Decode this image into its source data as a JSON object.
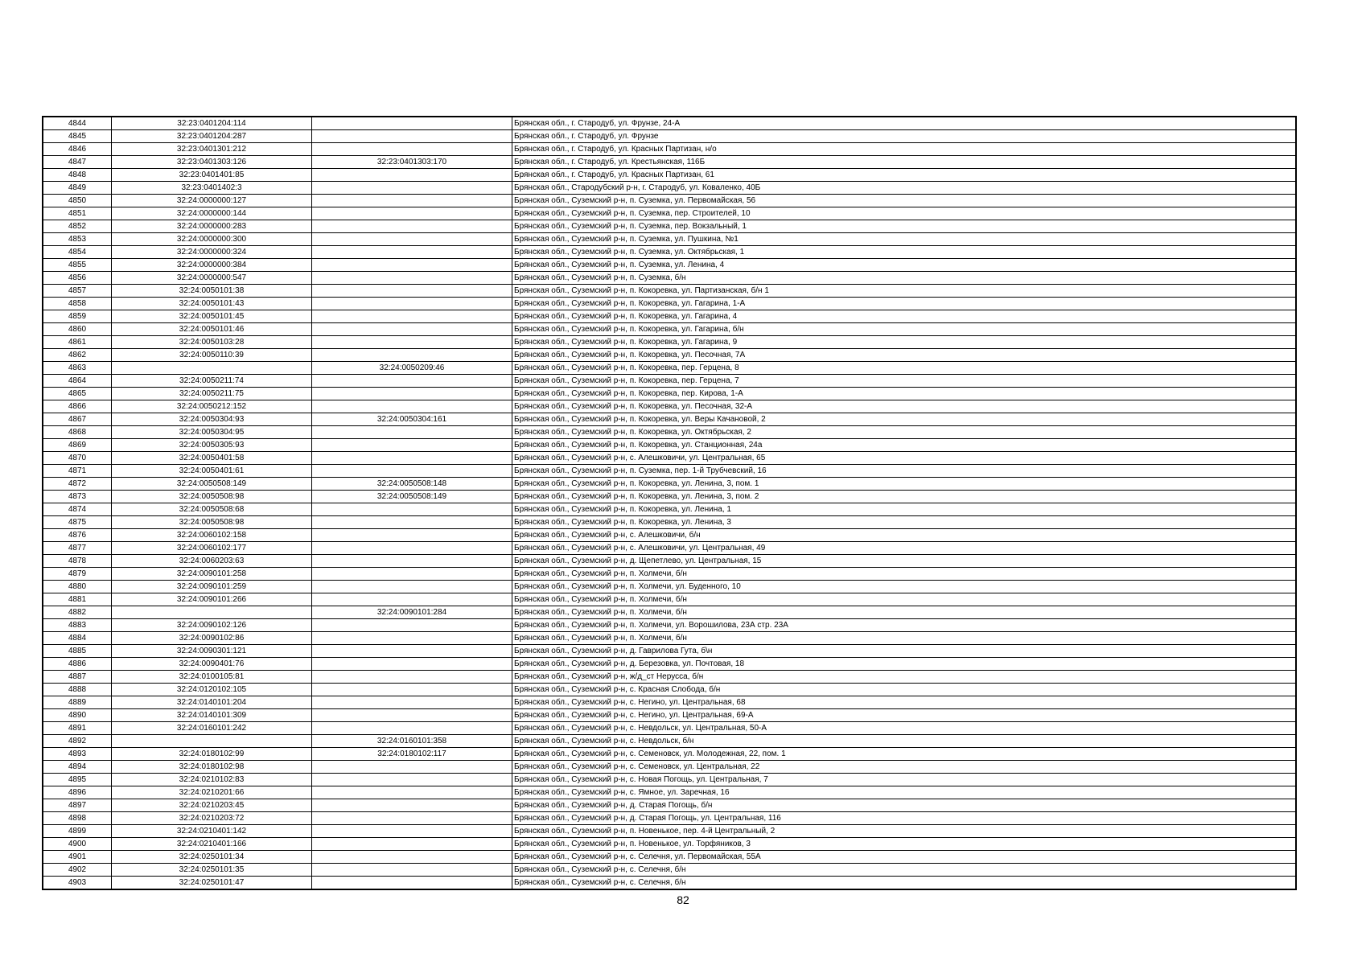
{
  "rows": [
    {
      "num": "4844",
      "cadastral": "32:23:0401204:114",
      "cadastral2": "",
      "address": "Брянская обл., г. Стародуб, ул. Фрунзе, 24-А"
    },
    {
      "num": "4845",
      "cadastral": "32:23:0401204:287",
      "cadastral2": "",
      "address": "Брянская обл., г. Стародуб, ул. Фрунзе"
    },
    {
      "num": "4846",
      "cadastral": "32:23:0401301:212",
      "cadastral2": "",
      "address": "Брянская обл., г. Стародуб, ул. Красных Партизан, н/о"
    },
    {
      "num": "4847",
      "cadastral": "32:23:0401303:126",
      "cadastral2": "32:23:0401303:170",
      "address": "Брянская обл., г. Стародуб, ул. Крестьянская, 116Б"
    },
    {
      "num": "4848",
      "cadastral": "32:23:0401401:85",
      "cadastral2": "",
      "address": "Брянская обл., г. Стародуб, ул. Красных Партизан, 61"
    },
    {
      "num": "4849",
      "cadastral": "32:23:0401402:3",
      "cadastral2": "",
      "address": "Брянская обл., Стародубский р-н, г. Стародуб, ул. Коваленко, 40Б"
    },
    {
      "num": "4850",
      "cadastral": "32:24:0000000:127",
      "cadastral2": "",
      "address": "Брянская обл., Суземский р-н, п. Суземка, ул. Первомайская, 56"
    },
    {
      "num": "4851",
      "cadastral": "32:24:0000000:144",
      "cadastral2": "",
      "address": "Брянская обл., Суземский р-н, п. Суземка, пер. Строителей, 10"
    },
    {
      "num": "4852",
      "cadastral": "32:24:0000000:283",
      "cadastral2": "",
      "address": "Брянская обл., Суземский р-н, п. Суземка, пер. Вокзальный, 1"
    },
    {
      "num": "4853",
      "cadastral": "32:24:0000000:300",
      "cadastral2": "",
      "address": "Брянская обл., Суземский р-н, п. Суземка, ул. Пушкина, №1"
    },
    {
      "num": "4854",
      "cadastral": "32:24:0000000:324",
      "cadastral2": "",
      "address": "Брянская обл., Суземский р-н, п. Суземка, ул. Октябрьская, 1"
    },
    {
      "num": "4855",
      "cadastral": "32:24:0000000:384",
      "cadastral2": "",
      "address": "Брянская обл., Суземский р-н, п. Суземка, ул. Ленина, 4"
    },
    {
      "num": "4856",
      "cadastral": "32:24:0000000:547",
      "cadastral2": "",
      "address": "Брянская обл., Суземский р-н, п. Суземка, б/н"
    },
    {
      "num": "4857",
      "cadastral": "32:24:0050101:38",
      "cadastral2": "",
      "address": "Брянская обл., Суземский р-н, п. Кокоревка, ул. Партизанская, б/н 1"
    },
    {
      "num": "4858",
      "cadastral": "32:24:0050101:43",
      "cadastral2": "",
      "address": "Брянская обл., Суземский р-н, п. Кокоревка, ул. Гагарина, 1-А"
    },
    {
      "num": "4859",
      "cadastral": "32:24:0050101:45",
      "cadastral2": "",
      "address": "Брянская обл., Суземский р-н, п. Кокоревка, ул. Гагарина, 4"
    },
    {
      "num": "4860",
      "cadastral": "32:24:0050101:46",
      "cadastral2": "",
      "address": "Брянская обл., Суземский р-н, п. Кокоревка, ул. Гагарина, б/н"
    },
    {
      "num": "4861",
      "cadastral": "32:24:0050103:28",
      "cadastral2": "",
      "address": "Брянская обл., Суземский р-н, п. Кокоревка, ул. Гагарина, 9"
    },
    {
      "num": "4862",
      "cadastral": "32:24:0050110:39",
      "cadastral2": "",
      "address": "Брянская обл., Суземский р-н, п. Кокоревка, ул. Песочная, 7А"
    },
    {
      "num": "4863",
      "cadastral": "",
      "cadastral2": "32:24:0050209:46",
      "address": "Брянская обл., Суземский р-н, п. Кокоревка, пер. Герцена, 8"
    },
    {
      "num": "4864",
      "cadastral": "32:24:0050211:74",
      "cadastral2": "",
      "address": "Брянская обл., Суземский р-н, п. Кокоревка, пер. Герцена, 7"
    },
    {
      "num": "4865",
      "cadastral": "32:24:0050211:75",
      "cadastral2": "",
      "address": "Брянская обл., Суземский р-н, п. Кокоревка, пер. Кирова, 1-А"
    },
    {
      "num": "4866",
      "cadastral": "32:24:0050212:152",
      "cadastral2": "",
      "address": "Брянская обл., Суземский р-н, п. Кокоревка, ул. Песочная, 32-А"
    },
    {
      "num": "4867",
      "cadastral": "32:24:0050304:93",
      "cadastral2": "32:24:0050304:161",
      "address": "Брянская обл., Суземский р-н, п. Кокоревка, ул. Веры Качановой, 2"
    },
    {
      "num": "4868",
      "cadastral": "32:24:0050304:95",
      "cadastral2": "",
      "address": "Брянская обл., Суземский р-н, п. Кокоревка, ул. Октябрьская, 2"
    },
    {
      "num": "4869",
      "cadastral": "32:24:0050305:93",
      "cadastral2": "",
      "address": "Брянская обл., Суземский р-н, п. Кокоревка, ул. Станционная, 24а"
    },
    {
      "num": "4870",
      "cadastral": "32:24:0050401:58",
      "cadastral2": "",
      "address": "Брянская обл., Суземский р-н, с. Алешковичи, ул. Центральная, 65"
    },
    {
      "num": "4871",
      "cadastral": "32:24:0050401:61",
      "cadastral2": "",
      "address": "Брянская обл., Суземский р-н, п. Суземка, пер. 1-й Трубчевский, 16"
    },
    {
      "num": "4872",
      "cadastral": "32:24:0050508:149",
      "cadastral2": "32:24:0050508:148",
      "address": "Брянская обл., Суземский р-н, п. Кокоревка, ул. Ленина, 3, пом. 1"
    },
    {
      "num": "4873",
      "cadastral": "32:24:0050508:98",
      "cadastral2": "32:24:0050508:149",
      "address": "Брянская обл., Суземский р-н, п. Кокоревка, ул. Ленина, 3, пом. 2"
    },
    {
      "num": "4874",
      "cadastral": "32:24:0050508:68",
      "cadastral2": "",
      "address": "Брянская обл., Суземский р-н, п. Кокоревка, ул. Ленина, 1"
    },
    {
      "num": "4875",
      "cadastral": "32:24:0050508:98",
      "cadastral2": "",
      "address": "Брянская обл., Суземский р-н, п. Кокоревка, ул. Ленина, 3"
    },
    {
      "num": "4876",
      "cadastral": "32:24:0060102:158",
      "cadastral2": "",
      "address": "Брянская обл., Суземский р-н, с. Алешковичи, б/н"
    },
    {
      "num": "4877",
      "cadastral": "32:24:0060102:177",
      "cadastral2": "",
      "address": "Брянская обл., Суземский р-н, с. Алешковичи, ул. Центральная, 49"
    },
    {
      "num": "4878",
      "cadastral": "32:24:0060203:63",
      "cadastral2": "",
      "address": "Брянская обл., Суземский р-н, д. Щепетлево, ул. Центральная, 15"
    },
    {
      "num": "4879",
      "cadastral": "32:24:0090101:258",
      "cadastral2": "",
      "address": "Брянская обл., Суземский р-н, п. Холмечи, б/н"
    },
    {
      "num": "4880",
      "cadastral": "32:24:0090101:259",
      "cadastral2": "",
      "address": "Брянская обл., Суземский р-н, п. Холмечи, ул. Буденного, 10"
    },
    {
      "num": "4881",
      "cadastral": "32:24:0090101:266",
      "cadastral2": "",
      "address": "Брянская обл., Суземский р-н, п. Холмечи, б/н"
    },
    {
      "num": "4882",
      "cadastral": "",
      "cadastral2": "32:24:0090101:284",
      "address": "Брянская обл., Суземский р-н, п. Холмечи, б/н"
    },
    {
      "num": "4883",
      "cadastral": "32:24:0090102:126",
      "cadastral2": "",
      "address": "Брянская обл., Суземский р-н, п. Холмечи, ул. Ворошилова, 23А стр. 23А"
    },
    {
      "num": "4884",
      "cadastral": "32:24:0090102:86",
      "cadastral2": "",
      "address": "Брянская обл., Суземский р-н, п. Холмечи, б/н"
    },
    {
      "num": "4885",
      "cadastral": "32:24:0090301:121",
      "cadastral2": "",
      "address": "Брянская обл., Суземский р-н, д. Гаврилова Гута, б\\н"
    },
    {
      "num": "4886",
      "cadastral": "32:24:0090401:76",
      "cadastral2": "",
      "address": "Брянская обл., Суземский р-н, д. Березовка, ул. Почтовая, 18"
    },
    {
      "num": "4887",
      "cadastral": "32:24:0100105:81",
      "cadastral2": "",
      "address": "Брянская обл., Суземский р-н, ж/д_ст Нерусса, б/н"
    },
    {
      "num": "4888",
      "cadastral": "32:24:0120102:105",
      "cadastral2": "",
      "address": "Брянская обл., Суземский р-н, с. Красная Слобода, б/н"
    },
    {
      "num": "4889",
      "cadastral": "32:24:0140101:204",
      "cadastral2": "",
      "address": "Брянская обл., Суземский р-н, с. Негино, ул. Центральная, 68"
    },
    {
      "num": "4890",
      "cadastral": "32:24:0140101:309",
      "cadastral2": "",
      "address": "Брянская обл., Суземский р-н, с. Негино, ул. Центральная, 69-А"
    },
    {
      "num": "4891",
      "cadastral": "32:24:0160101:242",
      "cadastral2": "",
      "address": "Брянская обл., Суземский р-н, с. Невдольск, ул. Центральная, 50-А"
    },
    {
      "num": "4892",
      "cadastral": "",
      "cadastral2": "32:24:0160101:358",
      "address": "Брянская обл., Суземский р-н, с. Невдольск, б/н"
    },
    {
      "num": "4893",
      "cadastral": "32:24:0180102:99",
      "cadastral2": "32:24:0180102:117",
      "address": "Брянская обл., Суземский р-н, с. Семеновск, ул. Молодежная, 22, пом. 1"
    },
    {
      "num": "4894",
      "cadastral": "32:24:0180102:98",
      "cadastral2": "",
      "address": "Брянская обл., Суземский р-н, с. Семеновск, ул. Центральная, 22"
    },
    {
      "num": "4895",
      "cadastral": "32:24:0210102:83",
      "cadastral2": "",
      "address": "Брянская обл., Суземский р-н, с. Новая Погощь, ул. Центральная, 7"
    },
    {
      "num": "4896",
      "cadastral": "32:24:0210201:66",
      "cadastral2": "",
      "address": "Брянская обл., Суземский р-н, с. Ямное, ул. Заречная, 16"
    },
    {
      "num": "4897",
      "cadastral": "32:24:0210203:45",
      "cadastral2": "",
      "address": "Брянская обл., Суземский р-н, д. Старая Погощь, б/н"
    },
    {
      "num": "4898",
      "cadastral": "32:24:0210203:72",
      "cadastral2": "",
      "address": "Брянская обл., Суземский р-н, д. Старая Погощь, ул. Центральная, 116"
    },
    {
      "num": "4899",
      "cadastral": "32:24:0210401:142",
      "cadastral2": "",
      "address": "Брянская обл., Суземский р-н, п. Новенькое, пер. 4-й Центральный, 2"
    },
    {
      "num": "4900",
      "cadastral": "32:24:0210401:166",
      "cadastral2": "",
      "address": "Брянская обл., Суземский р-н, п. Новенькое, ул. Торфяников, 3"
    },
    {
      "num": "4901",
      "cadastral": "32:24:0250101:34",
      "cadastral2": "",
      "address": "Брянская обл., Суземский р-н, с. Селечня, ул. Первомайская, 55А"
    },
    {
      "num": "4902",
      "cadastral": "32:24:0250101:35",
      "cadastral2": "",
      "address": "Брянская обл., Суземский р-н, с. Селечня, б/н"
    },
    {
      "num": "4903",
      "cadastral": "32:24:0250101:47",
      "cadastral2": "",
      "address": "Брянская обл., Суземский р-н, с. Селечня, б/н"
    }
  ],
  "page_number": "82"
}
